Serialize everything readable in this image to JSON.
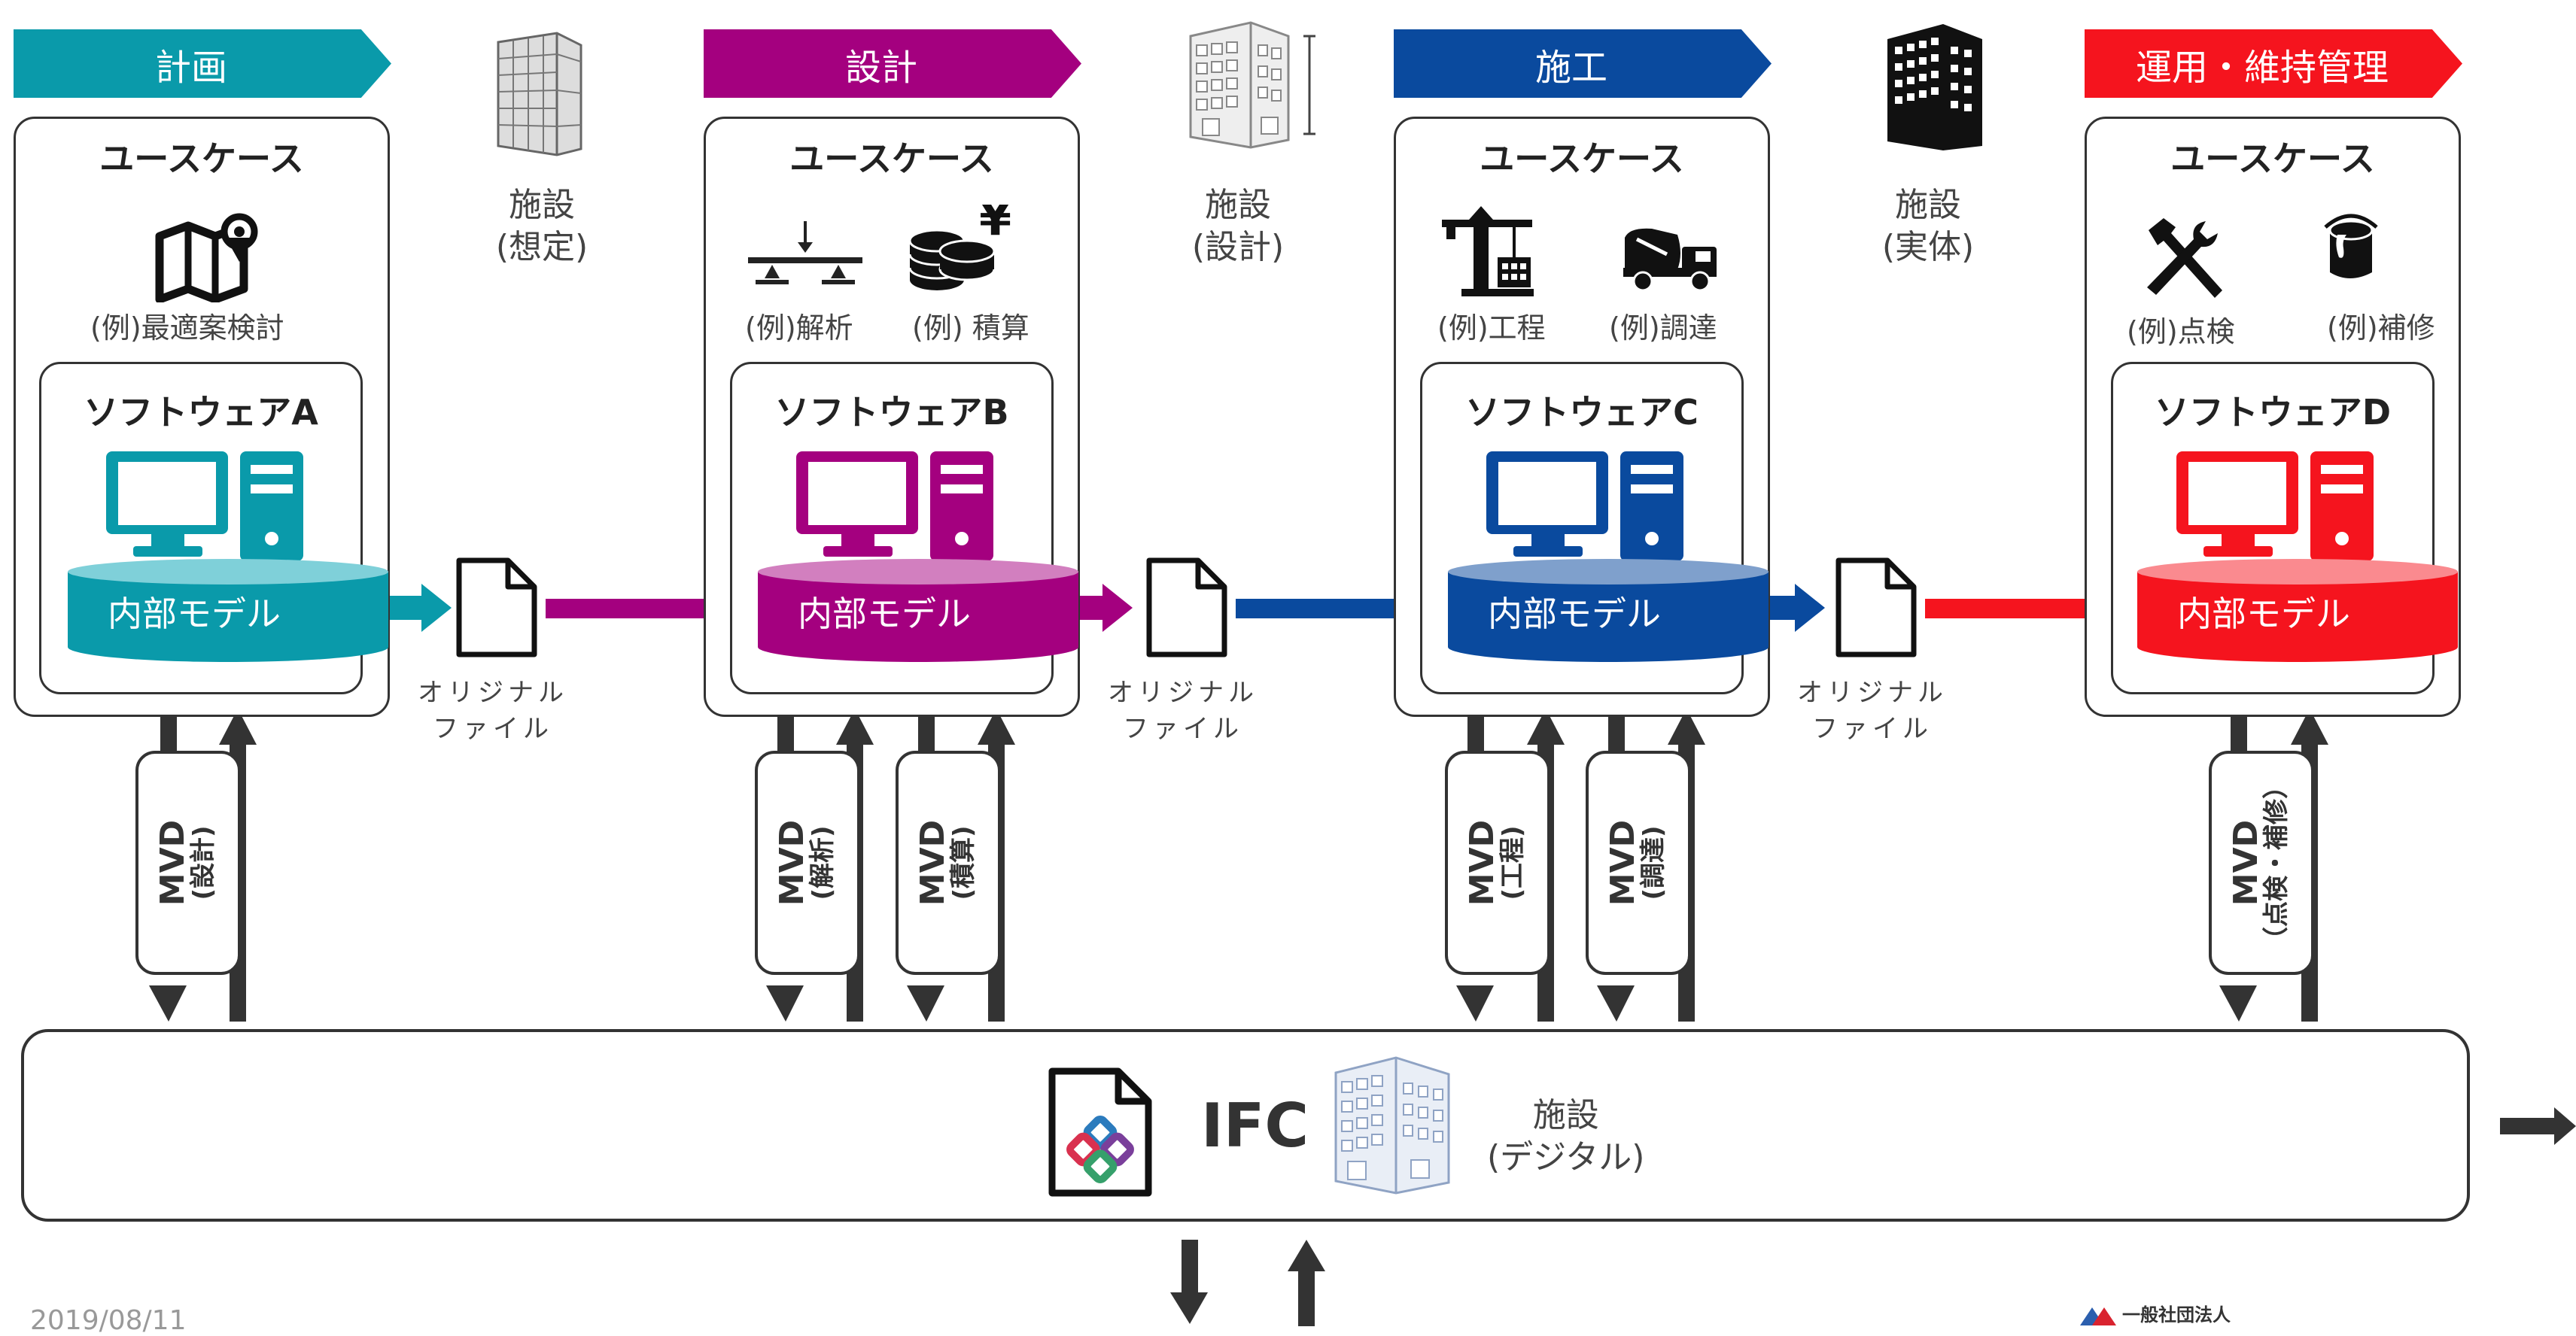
{
  "stages": [
    {
      "phase": "計画",
      "color": "#0a9aaa",
      "usecase_title": "ユースケース",
      "examples": [
        "(例)最適案検討"
      ],
      "software": "ソフトウェアA",
      "model": "内部モデル",
      "mvds": [
        {
          "main": "MVD",
          "sub": "(設計)"
        }
      ]
    },
    {
      "phase": "設計",
      "color": "#a4007f",
      "usecase_title": "ユースケース",
      "examples": [
        "(例)解析",
        "(例) 積算"
      ],
      "software": "ソフトウェアB",
      "model": "内部モデル",
      "mvds": [
        {
          "main": "MVD",
          "sub": "(解析)"
        },
        {
          "main": "MVD",
          "sub": "(積算)"
        }
      ]
    },
    {
      "phase": "施工",
      "color": "#0a4a9e",
      "usecase_title": "ユースケース",
      "examples": [
        "(例)工程",
        "(例)調達"
      ],
      "software": "ソフトウェアC",
      "model": "内部モデル",
      "mvds": [
        {
          "main": "MVD",
          "sub": "(工程)"
        },
        {
          "main": "MVD",
          "sub": "(調達)"
        }
      ]
    },
    {
      "phase": "運用・維持管理",
      "color": "#f5141e",
      "usecase_title": "ユースケース",
      "examples": [
        "(例)点検",
        "(例)補修"
      ],
      "software": "ソフトウェアD",
      "model": "内部モデル",
      "mvds": [
        {
          "main": "MVD",
          "sub": "（点検・補修）"
        }
      ]
    }
  ],
  "facilities": [
    {
      "line1": "施設",
      "line2": "(想定)"
    },
    {
      "line1": "施設",
      "line2": "(設計)"
    },
    {
      "line1": "施設",
      "line2": "(実体)"
    }
  ],
  "original_file": {
    "line1": "オリジナル",
    "line2": "ファイル"
  },
  "ifc": {
    "label": "IFC",
    "facility_line1": "施設",
    "facility_line2": "(デジタル)"
  },
  "footer": {
    "date": "2019/08/11",
    "org": "一般社団法人"
  }
}
